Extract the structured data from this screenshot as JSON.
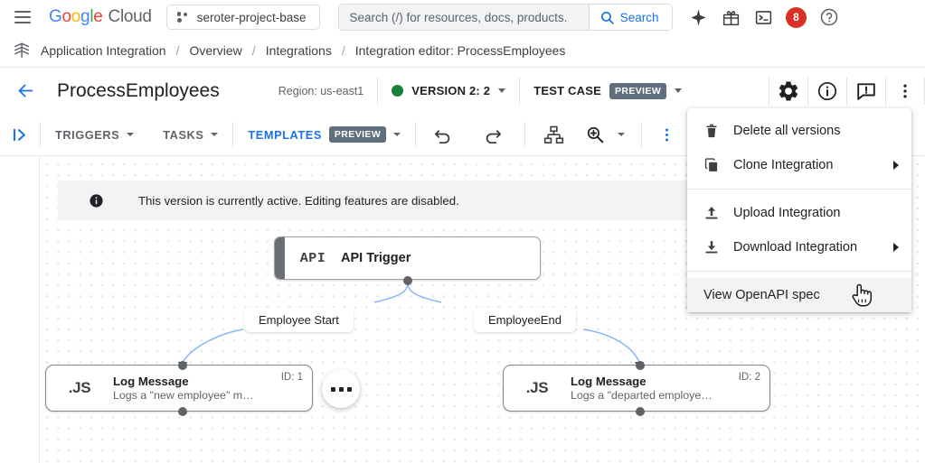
{
  "topbar": {
    "menu_icon": "hamburger-icon",
    "logo": {
      "google": "Google",
      "cloud": "Cloud"
    },
    "project": {
      "name": "seroter-project-base",
      "icon": "project-selector-icon"
    },
    "search": {
      "placeholder": "Search (/) for resources, docs, products.",
      "value": "",
      "button_label": "Search",
      "icon": "search-icon"
    },
    "icons": [
      {
        "name": "gemini-spark-icon",
        "label": ""
      },
      {
        "name": "gift-icon",
        "label": ""
      },
      {
        "name": "cloud-shell-icon",
        "label": ""
      },
      {
        "name": "notifications-badge",
        "label": "8"
      },
      {
        "name": "help-icon",
        "label": ""
      }
    ]
  },
  "breadcrumb": {
    "product_icon": "application-integration-icon",
    "items": [
      "Application Integration",
      "Overview",
      "Integrations",
      "Integration editor: ProcessEmployees"
    ],
    "separator": "/"
  },
  "titlebar": {
    "back_icon": "back-arrow-icon",
    "title": "ProcessEmployees",
    "region": "Region: us-east1",
    "status_color": "#188038",
    "version_label": "VERSION 2: 2",
    "test_case_label": "TEST CASE",
    "preview_badge": "PREVIEW",
    "icons": [
      {
        "name": "settings-gear-icon"
      },
      {
        "name": "info-circle-icon"
      },
      {
        "name": "feedback-icon"
      },
      {
        "name": "overflow-menu-icon"
      }
    ]
  },
  "toolbar": {
    "panel_toggle_icon": "expand-left-panel-icon",
    "triggers_label": "TRIGGERS",
    "tasks_label": "TASKS",
    "templates_label": "TEMPLATES",
    "templates_badge": "PREVIEW",
    "undo_icon": "undo-icon",
    "redo_icon": "redo-icon",
    "layout_icon": "auto-layout-icon",
    "zoom_icon": "zoom-in-icon",
    "overflow_icon": "toolbar-overflow-icon"
  },
  "canvas": {
    "banner": {
      "icon": "info-filled-icon",
      "text": "This version is currently active. Editing features are disabled."
    },
    "nodes": [
      {
        "id": "api-trigger",
        "glyph": "API",
        "title": "API Trigger"
      },
      {
        "id": "log-message-1",
        "glyph": ".JS",
        "title": "Log Message",
        "desc": "Logs a \"new employee\" m…",
        "id_label": "ID: 1"
      },
      {
        "id": "log-message-2",
        "glyph": ".JS",
        "title": "Log Message",
        "desc": "Logs a \"departed employe…",
        "id_label": "ID: 2"
      }
    ],
    "edge_labels": [
      "Employee Start",
      "EmployeeEnd"
    ],
    "fab": {
      "name": "canvas-more-actions-fab",
      "glyph": "•••"
    }
  },
  "menu": {
    "items": [
      {
        "label": "Delete all versions",
        "icon": "trash-icon",
        "submenu": false,
        "hovered": false
      },
      {
        "label": "Clone Integration",
        "icon": "copy-icon",
        "submenu": true,
        "hovered": false
      },
      {
        "label": "Upload Integration",
        "icon": "upload-icon",
        "submenu": false,
        "hovered": false
      },
      {
        "label": "Download Integration",
        "icon": "download-icon",
        "submenu": true,
        "hovered": false
      },
      {
        "label": "View OpenAPI spec",
        "icon": "",
        "submenu": false,
        "hovered": true
      }
    ]
  },
  "colors": {
    "accent_blue": "#1a73e8",
    "active_green": "#188038",
    "badge_red": "#d93025",
    "preview_slate": "#5f6f7e"
  }
}
